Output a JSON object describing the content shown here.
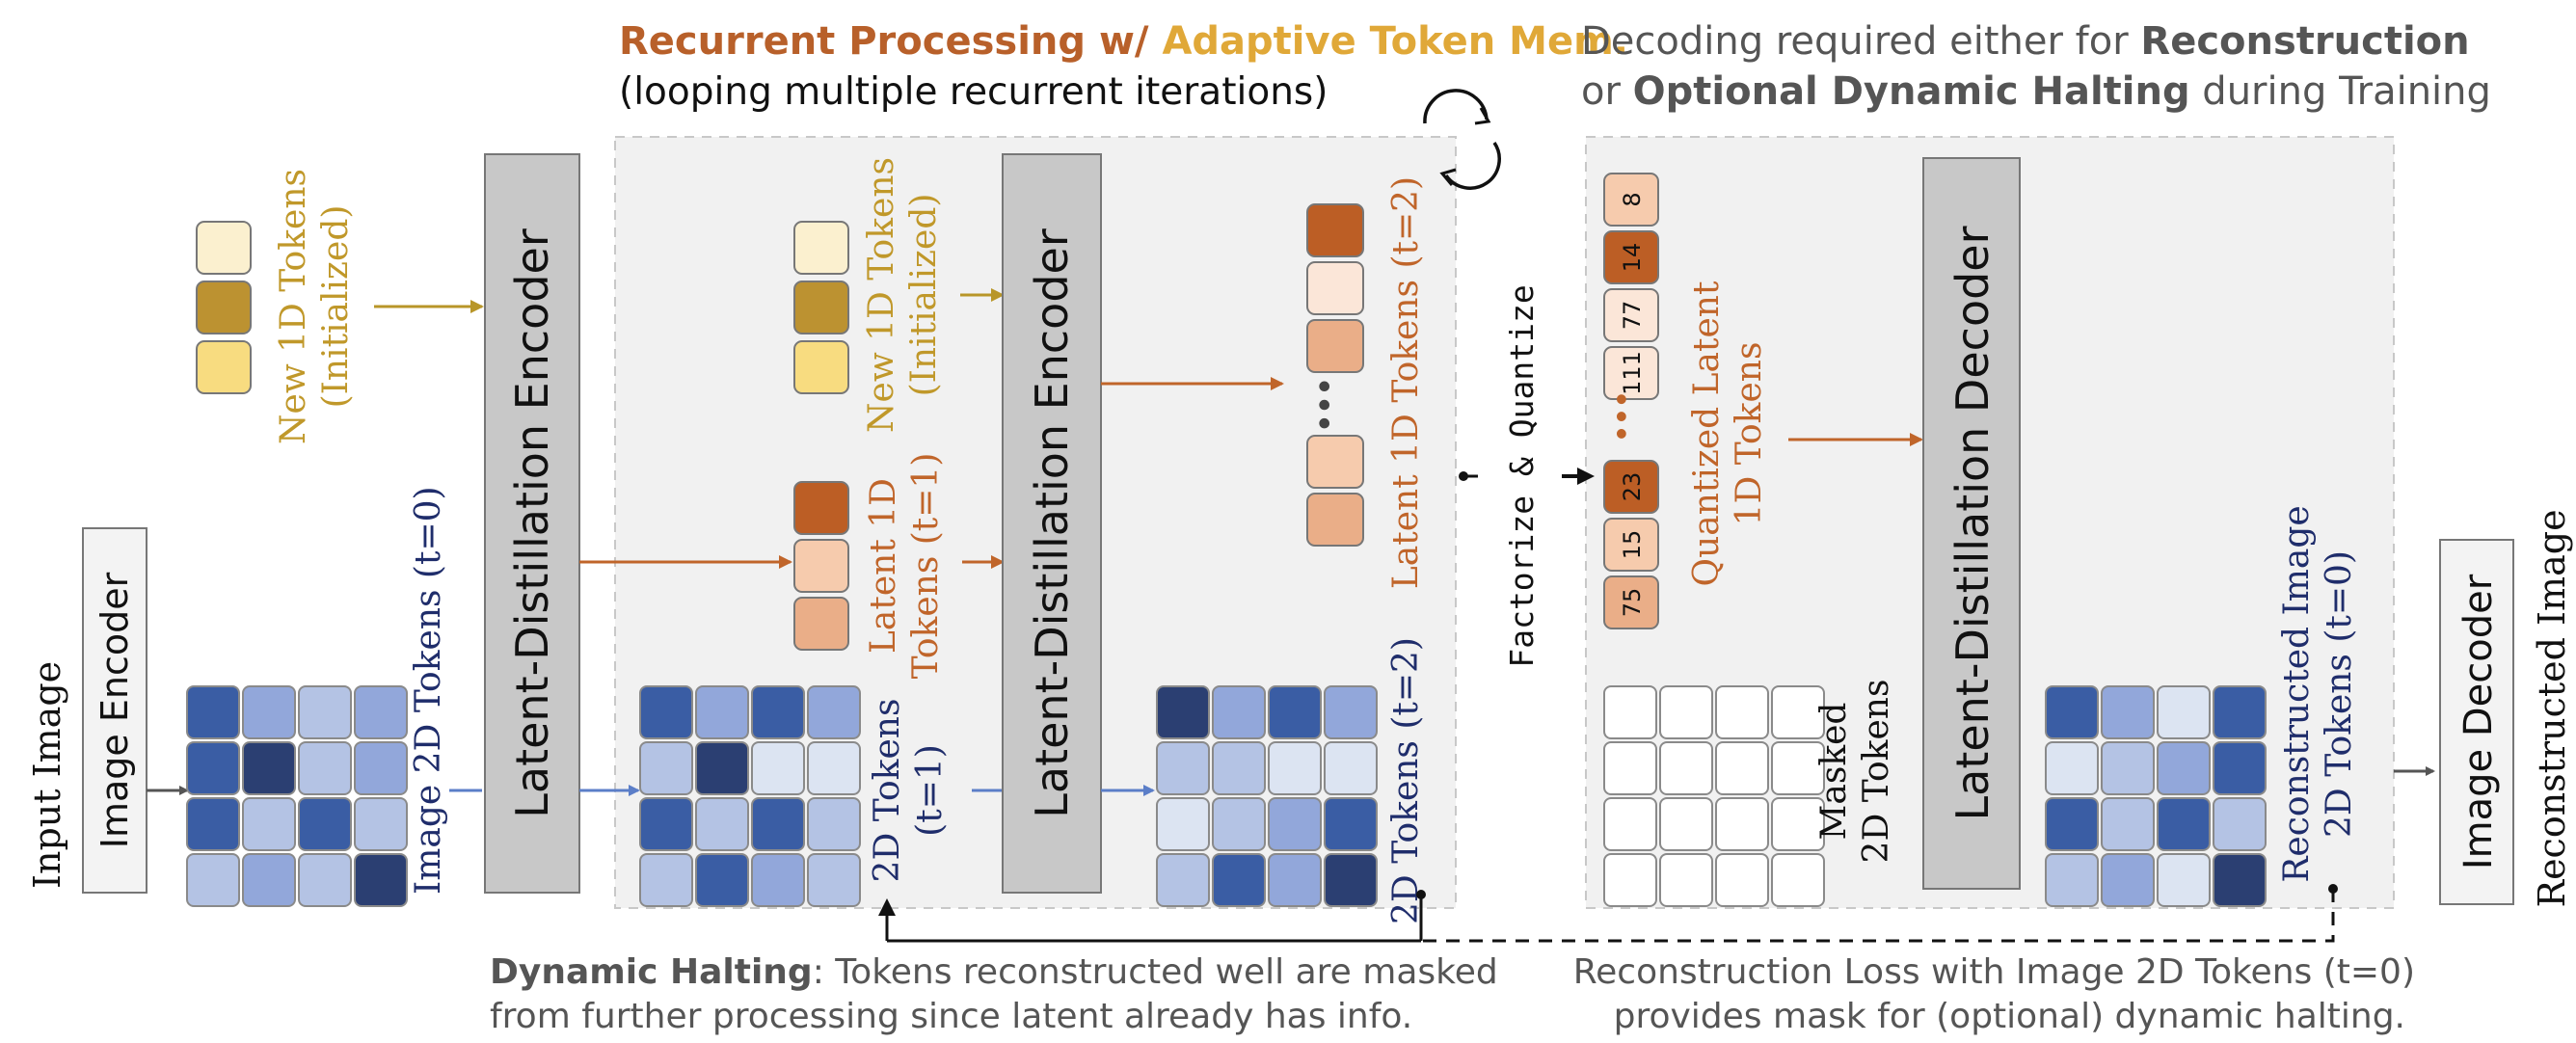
{
  "title": {
    "part1": "Recurrent Processing w/",
    "part2": "Adaptive Token Mem.",
    "line2": "(looping multiple recurrent iterations)"
  },
  "decoding_note": {
    "line1_prefix": "Decoding required either for ",
    "line1_bold": "Reconstruction",
    "line2_prefix": "or ",
    "line2_bold": "Optional Dynamic Halting",
    "line2_suffix": " during Training"
  },
  "labels": {
    "input_image": "Input Image",
    "image_encoder": "Image Encoder",
    "image_2d_tokens_t0": "Image 2D Tokens (t=0)",
    "latent_distillation_encoder": "Latent-Distillation Encoder",
    "new_1d_tokens_line1": "New 1D Tokens",
    "new_1d_tokens_line2": "(Initialized)",
    "latent_1d_t1_line1": "Latent 1D",
    "latent_1d_t1_line2": "Tokens (t=1)",
    "tokens_2d_t1_line1": "2D Tokens",
    "tokens_2d_t1_line2": "(t=1)",
    "latent_1d_t2": "Latent 1D  Tokens (t=2)",
    "tokens_2d_t2": "2D Tokens (t=2)",
    "factorize_quantize": "Factorize & Quantize",
    "quantized_latent_line1": "Quantized Latent",
    "quantized_latent_line2": "1D Tokens",
    "masked_line1": "Masked",
    "masked_line2": "2D Tokens",
    "latent_distillation_decoder": "Latent-Distillation Decoder",
    "reconstructed_2d_line1": "Reconstructed Image",
    "reconstructed_2d_line2": "2D Tokens (t=0)",
    "image_decoder": "Image Decoder",
    "reconstructed_image": "Reconstructed Image"
  },
  "quantized_values": [
    "75",
    "15",
    "23",
    "111",
    "77",
    "14",
    "8"
  ],
  "dynamic_halting": {
    "bold": "Dynamic Halting",
    "line1_rest": ": Tokens reconstructed  well are masked",
    "line2": "from further processing since latent already has info."
  },
  "recon_loss": {
    "line1": "Reconstruction Loss with Image 2D Tokens (t=0)",
    "line2": "provides mask for (optional) dynamic halting."
  },
  "colors": {
    "orange_title": "#b8602a",
    "gold_title": "#e0a838",
    "gold_label": "#c0982a",
    "orange_label": "#c0652a",
    "navy_label": "#1f2d6b",
    "gray_text": "#666666",
    "panel_bg": "#f1f1f1",
    "block_gray": "#c8c8c8"
  }
}
